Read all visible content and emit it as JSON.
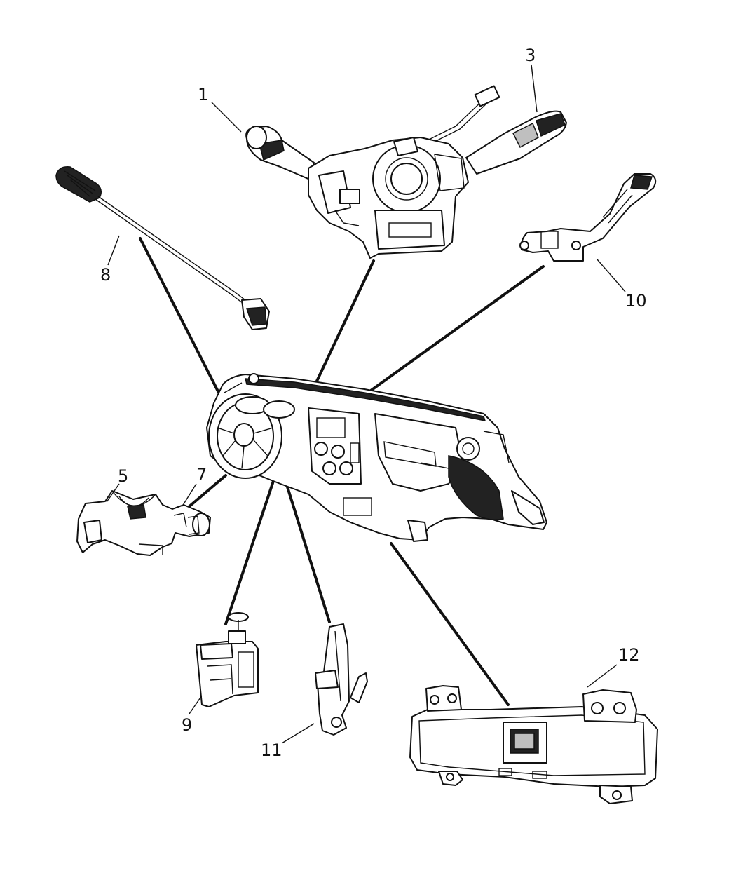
{
  "callouts": [
    {
      "id": "1",
      "text": "1"
    },
    {
      "id": "3",
      "text": "3"
    },
    {
      "id": "5",
      "text": "5"
    },
    {
      "id": "7",
      "text": "7"
    },
    {
      "id": "8",
      "text": "8"
    },
    {
      "id": "9",
      "text": "9"
    },
    {
      "id": "10",
      "text": "10"
    },
    {
      "id": "11",
      "text": "11"
    },
    {
      "id": "12",
      "text": "12"
    }
  ]
}
